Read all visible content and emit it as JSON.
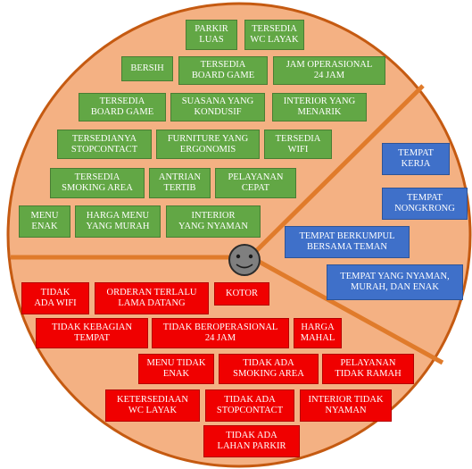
{
  "colors": {
    "circle_fill": "#f4b183",
    "circle_border": "#c55a11",
    "divider_lines": "#e07b2b",
    "green_box": "#62a745",
    "blue_box": "#3f70c9",
    "red_box": "#f00000",
    "face_fill": "#7f7f7f"
  },
  "center_icon": "smiley-face-icon",
  "green_items": [
    "PARKIR\nLUAS",
    "TERSEDIA\nWC LAYAK",
    "BERSIH",
    "TERSEDIA\nBOARD GAME",
    "JAM OPERASIONAL\n24 JAM",
    "TERSEDIA\nBOARD GAME",
    "SUASANA YANG\nKONDUSIF",
    "INTERIOR YANG\nMENARIK",
    "TERSEDIANYA\nSTOPCONTACT",
    "FURNITURE YANG\nERGONOMIS",
    "TERSEDIA\nWIFI",
    "TERSEDIA\nSMOKING AREA",
    "ANTRIAN\nTERTIB",
    "PELAYANAN\nCEPAT",
    "MENU\nENAK",
    "HARGA MENU\nYANG MURAH",
    "INTERIOR\nYANG NYAMAN"
  ],
  "blue_items": [
    "TEMPAT\nKERJA",
    "TEMPAT\nNONGKRONG",
    "TEMPAT BERKUMPUL\nBERSAMA TEMAN",
    "TEMPAT YANG NYAMAN,\nMURAH, DAN ENAK"
  ],
  "red_items": [
    "TIDAK\nADA WIFI",
    "ORDERAN TERLALU\nLAMA DATANG",
    "KOTOR",
    "TIDAK KEBAGIAN\nTEMPAT",
    "TIDAK BEROPERASIONAL\n24 JAM",
    "HARGA\nMAHAL",
    "MENU TIDAK\nENAK",
    "TIDAK ADA\nSMOKING AREA",
    "PELAYANAN\nTIDAK RAMAH",
    "KETERSEDIAAN\nWC LAYAK",
    "TIDAK ADA\nSTOPCONTACT",
    "INTERIOR TIDAK\nNYAMAN",
    "TIDAK ADA\nLAHAN PARKIR"
  ]
}
